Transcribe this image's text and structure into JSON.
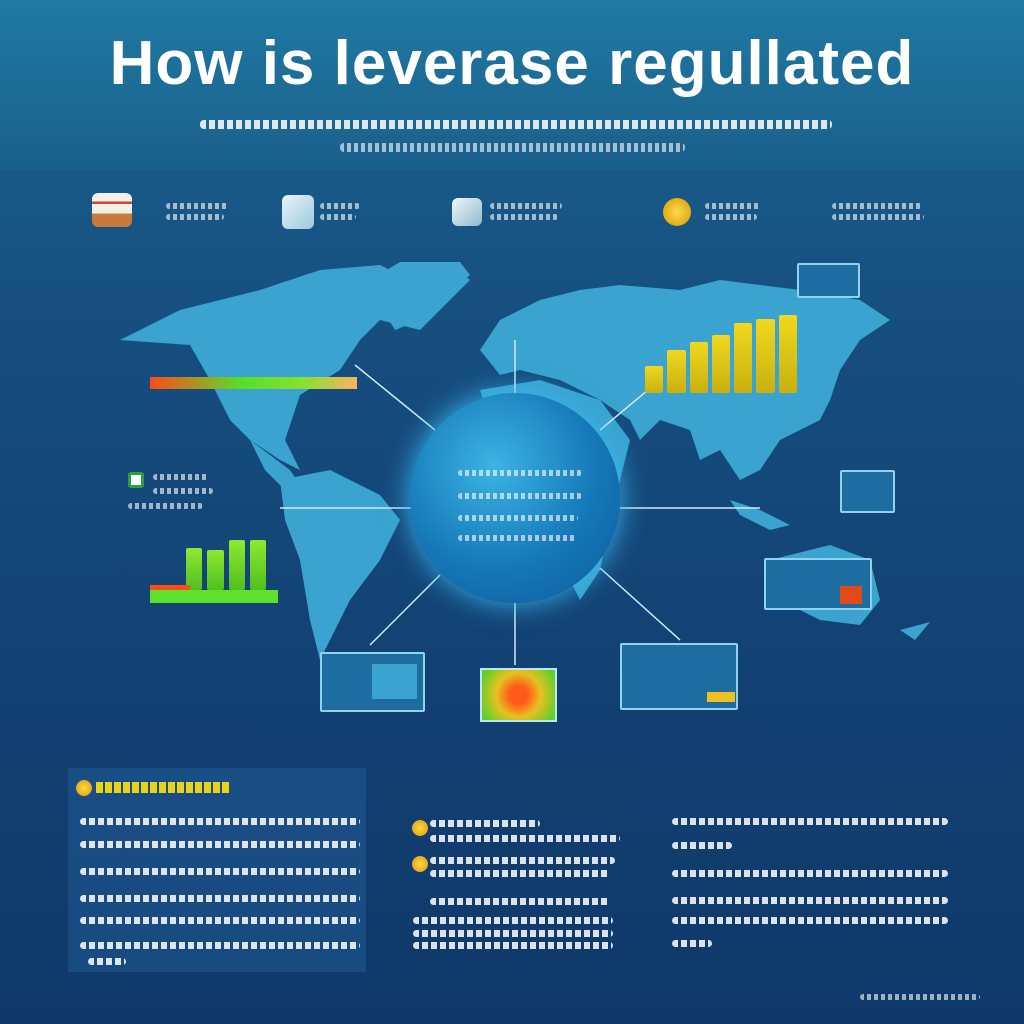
{
  "header": {
    "title": "How is leverase regullated"
  },
  "colors": {
    "land": "#3aa3cf",
    "accent_yellow": "#e8d21a",
    "accent_green": "#6fe02a",
    "accent_red": "#ff4a1a",
    "globe": "#1f8ccc"
  },
  "icons": [
    "book-stack-icon",
    "document-pen-icon",
    "card-icon",
    "gold-coin-icon"
  ],
  "charts": {
    "yellow_bars": [
      0.35,
      0.55,
      0.65,
      0.75,
      0.9,
      0.95,
      1.0
    ],
    "green_bars": [
      0.85,
      0.8,
      1.0,
      1.0
    ]
  }
}
